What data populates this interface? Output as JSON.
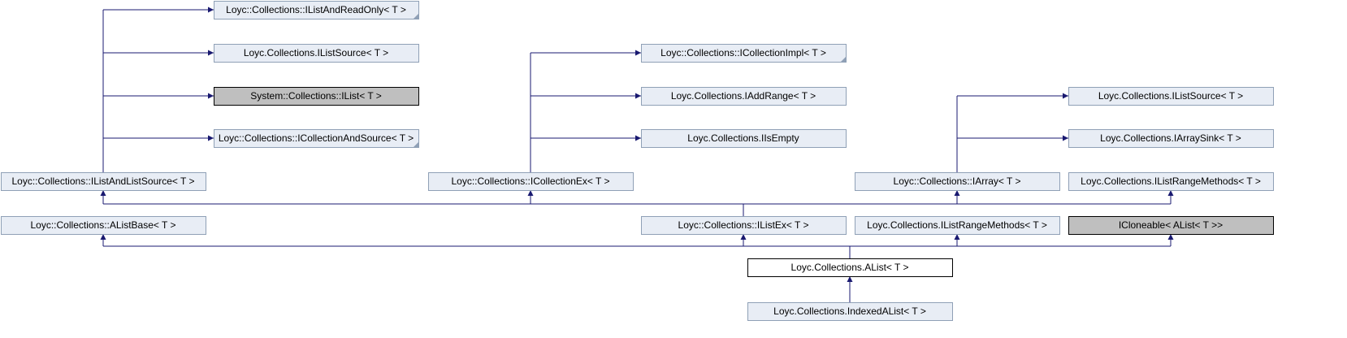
{
  "colors": {
    "edge": "#191970",
    "node_fill": "#e8edf5",
    "node_border": "#8fa0b6",
    "external_fill": "#bfbfbf",
    "external_border": "#000000",
    "focus_fill": "#ffffff",
    "focus_border": "#000000"
  },
  "nodes": [
    {
      "id": "n1",
      "label": "Loyc::Collections::IListAndReadOnly< T >",
      "style": "normal",
      "truncated": true
    },
    {
      "id": "n2",
      "label": "Loyc.Collections.IListSource< T >",
      "style": "normal",
      "truncated": false
    },
    {
      "id": "n3",
      "label": "System::Collections::IList< T >",
      "style": "external",
      "truncated": false
    },
    {
      "id": "n4",
      "label": "Loyc::Collections::ICollectionAndSource< T >",
      "style": "normal",
      "truncated": true
    },
    {
      "id": "n5",
      "label": "Loyc::Collections::IListAndListSource< T >",
      "style": "normal",
      "truncated": false
    },
    {
      "id": "n6",
      "label": "Loyc::Collections::ICollectionImpl< T >",
      "style": "normal",
      "truncated": true
    },
    {
      "id": "n7",
      "label": "Loyc.Collections.IAddRange< T >",
      "style": "normal",
      "truncated": false
    },
    {
      "id": "n8",
      "label": "Loyc.Collections.IIsEmpty",
      "style": "normal",
      "truncated": false
    },
    {
      "id": "n9",
      "label": "Loyc::Collections::ICollectionEx< T >",
      "style": "normal",
      "truncated": false
    },
    {
      "id": "n10",
      "label": "Loyc.Collections.IListSource< T >",
      "style": "normal",
      "truncated": false
    },
    {
      "id": "n11",
      "label": "Loyc.Collections.IArraySink< T >",
      "style": "normal",
      "truncated": false
    },
    {
      "id": "n12",
      "label": "Loyc::Collections::IArray< T >",
      "style": "normal",
      "truncated": false
    },
    {
      "id": "n13",
      "label": "Loyc.Collections.IListRangeMethods< T >",
      "style": "normal",
      "truncated": false
    },
    {
      "id": "n14",
      "label": "Loyc::Collections::AListBase< T >",
      "style": "normal",
      "truncated": false
    },
    {
      "id": "n15",
      "label": "Loyc::Collections::IListEx< T >",
      "style": "normal",
      "truncated": false
    },
    {
      "id": "n16",
      "label": "Loyc.Collections.IListRangeMethods< T >",
      "style": "normal",
      "truncated": false
    },
    {
      "id": "n17",
      "label": "ICloneable< AList< T >>",
      "style": "external",
      "truncated": false
    },
    {
      "id": "n18",
      "label": "Loyc.Collections.AList< T >",
      "style": "focus",
      "truncated": false
    },
    {
      "id": "n19",
      "label": "Loyc.Collections.IndexedAList< T >",
      "style": "normal",
      "truncated": false
    }
  ],
  "edges": [
    {
      "from": "n5",
      "to": "n1"
    },
    {
      "from": "n5",
      "to": "n2"
    },
    {
      "from": "n5",
      "to": "n3"
    },
    {
      "from": "n5",
      "to": "n4"
    },
    {
      "from": "n9",
      "to": "n6"
    },
    {
      "from": "n9",
      "to": "n7"
    },
    {
      "from": "n9",
      "to": "n8"
    },
    {
      "from": "n12",
      "to": "n10"
    },
    {
      "from": "n12",
      "to": "n11"
    },
    {
      "from": "n15",
      "to": "n5"
    },
    {
      "from": "n15",
      "to": "n9"
    },
    {
      "from": "n15",
      "to": "n12"
    },
    {
      "from": "n15",
      "to": "n13"
    },
    {
      "from": "n18",
      "to": "n14"
    },
    {
      "from": "n18",
      "to": "n15"
    },
    {
      "from": "n18",
      "to": "n16"
    },
    {
      "from": "n18",
      "to": "n17"
    },
    {
      "from": "n19",
      "to": "n18"
    }
  ]
}
